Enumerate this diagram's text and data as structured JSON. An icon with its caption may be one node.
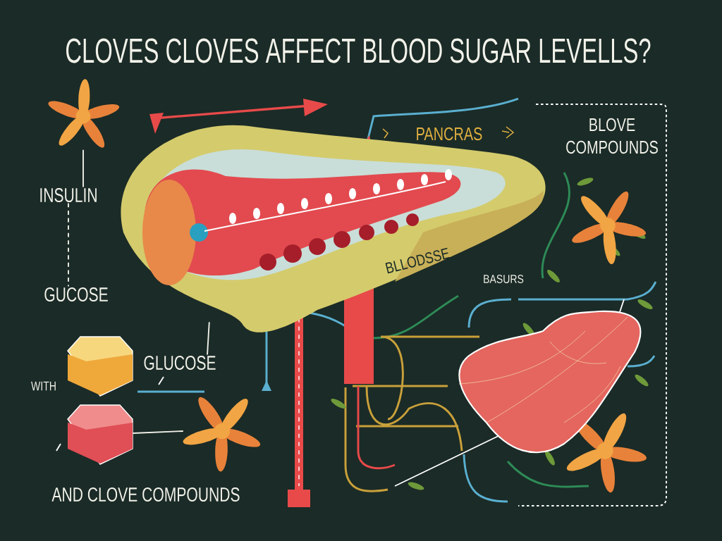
{
  "diagram": {
    "title": "CLOVES CLOVES AFFECT BLOOD SUGAR LEVELLS?",
    "nodes": [
      {
        "text": [],
        "shape": "picture"
      },
      {
        "text": [
          "INSULIN"
        ]
      },
      {
        "text": [
          "GUCOSE"
        ]
      },
      {
        "text": [],
        "shape": "picture"
      },
      {
        "text": [
          "GLUCOSE"
        ]
      },
      {
        "text": [],
        "shape": "picture"
      },
      {
        "text": [],
        "shape": "picture"
      },
      {
        "text": [],
        "shape": "picture"
      },
      {
        "text": [],
        "shape": "picture"
      }
    ],
    "edges": [
      {
        "from": 0,
        "to": 1,
        "arrow": "none"
      },
      {
        "from": 1,
        "to": 2,
        "arrow": "none",
        "style": "dashed"
      },
      {
        "from": 3,
        "to": 4,
        "arrow": "none"
      },
      {
        "from": 6,
        "to": 7,
        "arrow": "none"
      }
    ],
    "labels": [
      "PANCRAS",
      "BLOVE COMPOUNDS",
      "BASURS",
      "BLLODSSE",
      "WITH",
      "AND CLOVE COMPOUNDS"
    ]
  }
}
